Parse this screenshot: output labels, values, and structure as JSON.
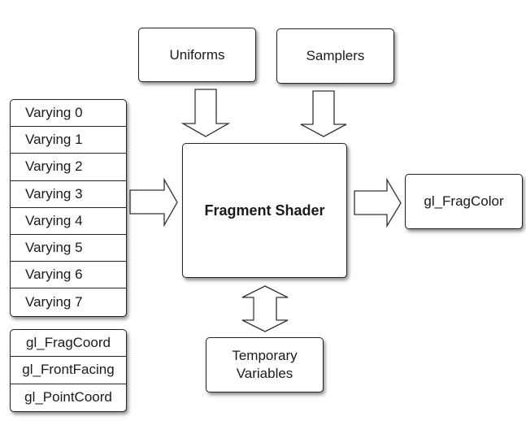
{
  "diagram": {
    "center": {
      "label": "Fragment Shader"
    },
    "top_inputs": [
      {
        "label": "Uniforms"
      },
      {
        "label": "Samplers"
      }
    ],
    "varyings": [
      {
        "label": "Varying 0"
      },
      {
        "label": "Varying 1"
      },
      {
        "label": "Varying 2"
      },
      {
        "label": "Varying 3"
      },
      {
        "label": "Varying 4"
      },
      {
        "label": "Varying 5"
      },
      {
        "label": "Varying 6"
      },
      {
        "label": "Varying 7"
      }
    ],
    "builtins": [
      {
        "label": "gl_FragCoord"
      },
      {
        "label": "gl_FrontFacing"
      },
      {
        "label": "gl_PointCoord"
      }
    ],
    "output": {
      "label": "gl_FragColor"
    },
    "temporaries": {
      "label": "Temporary Variables"
    }
  }
}
